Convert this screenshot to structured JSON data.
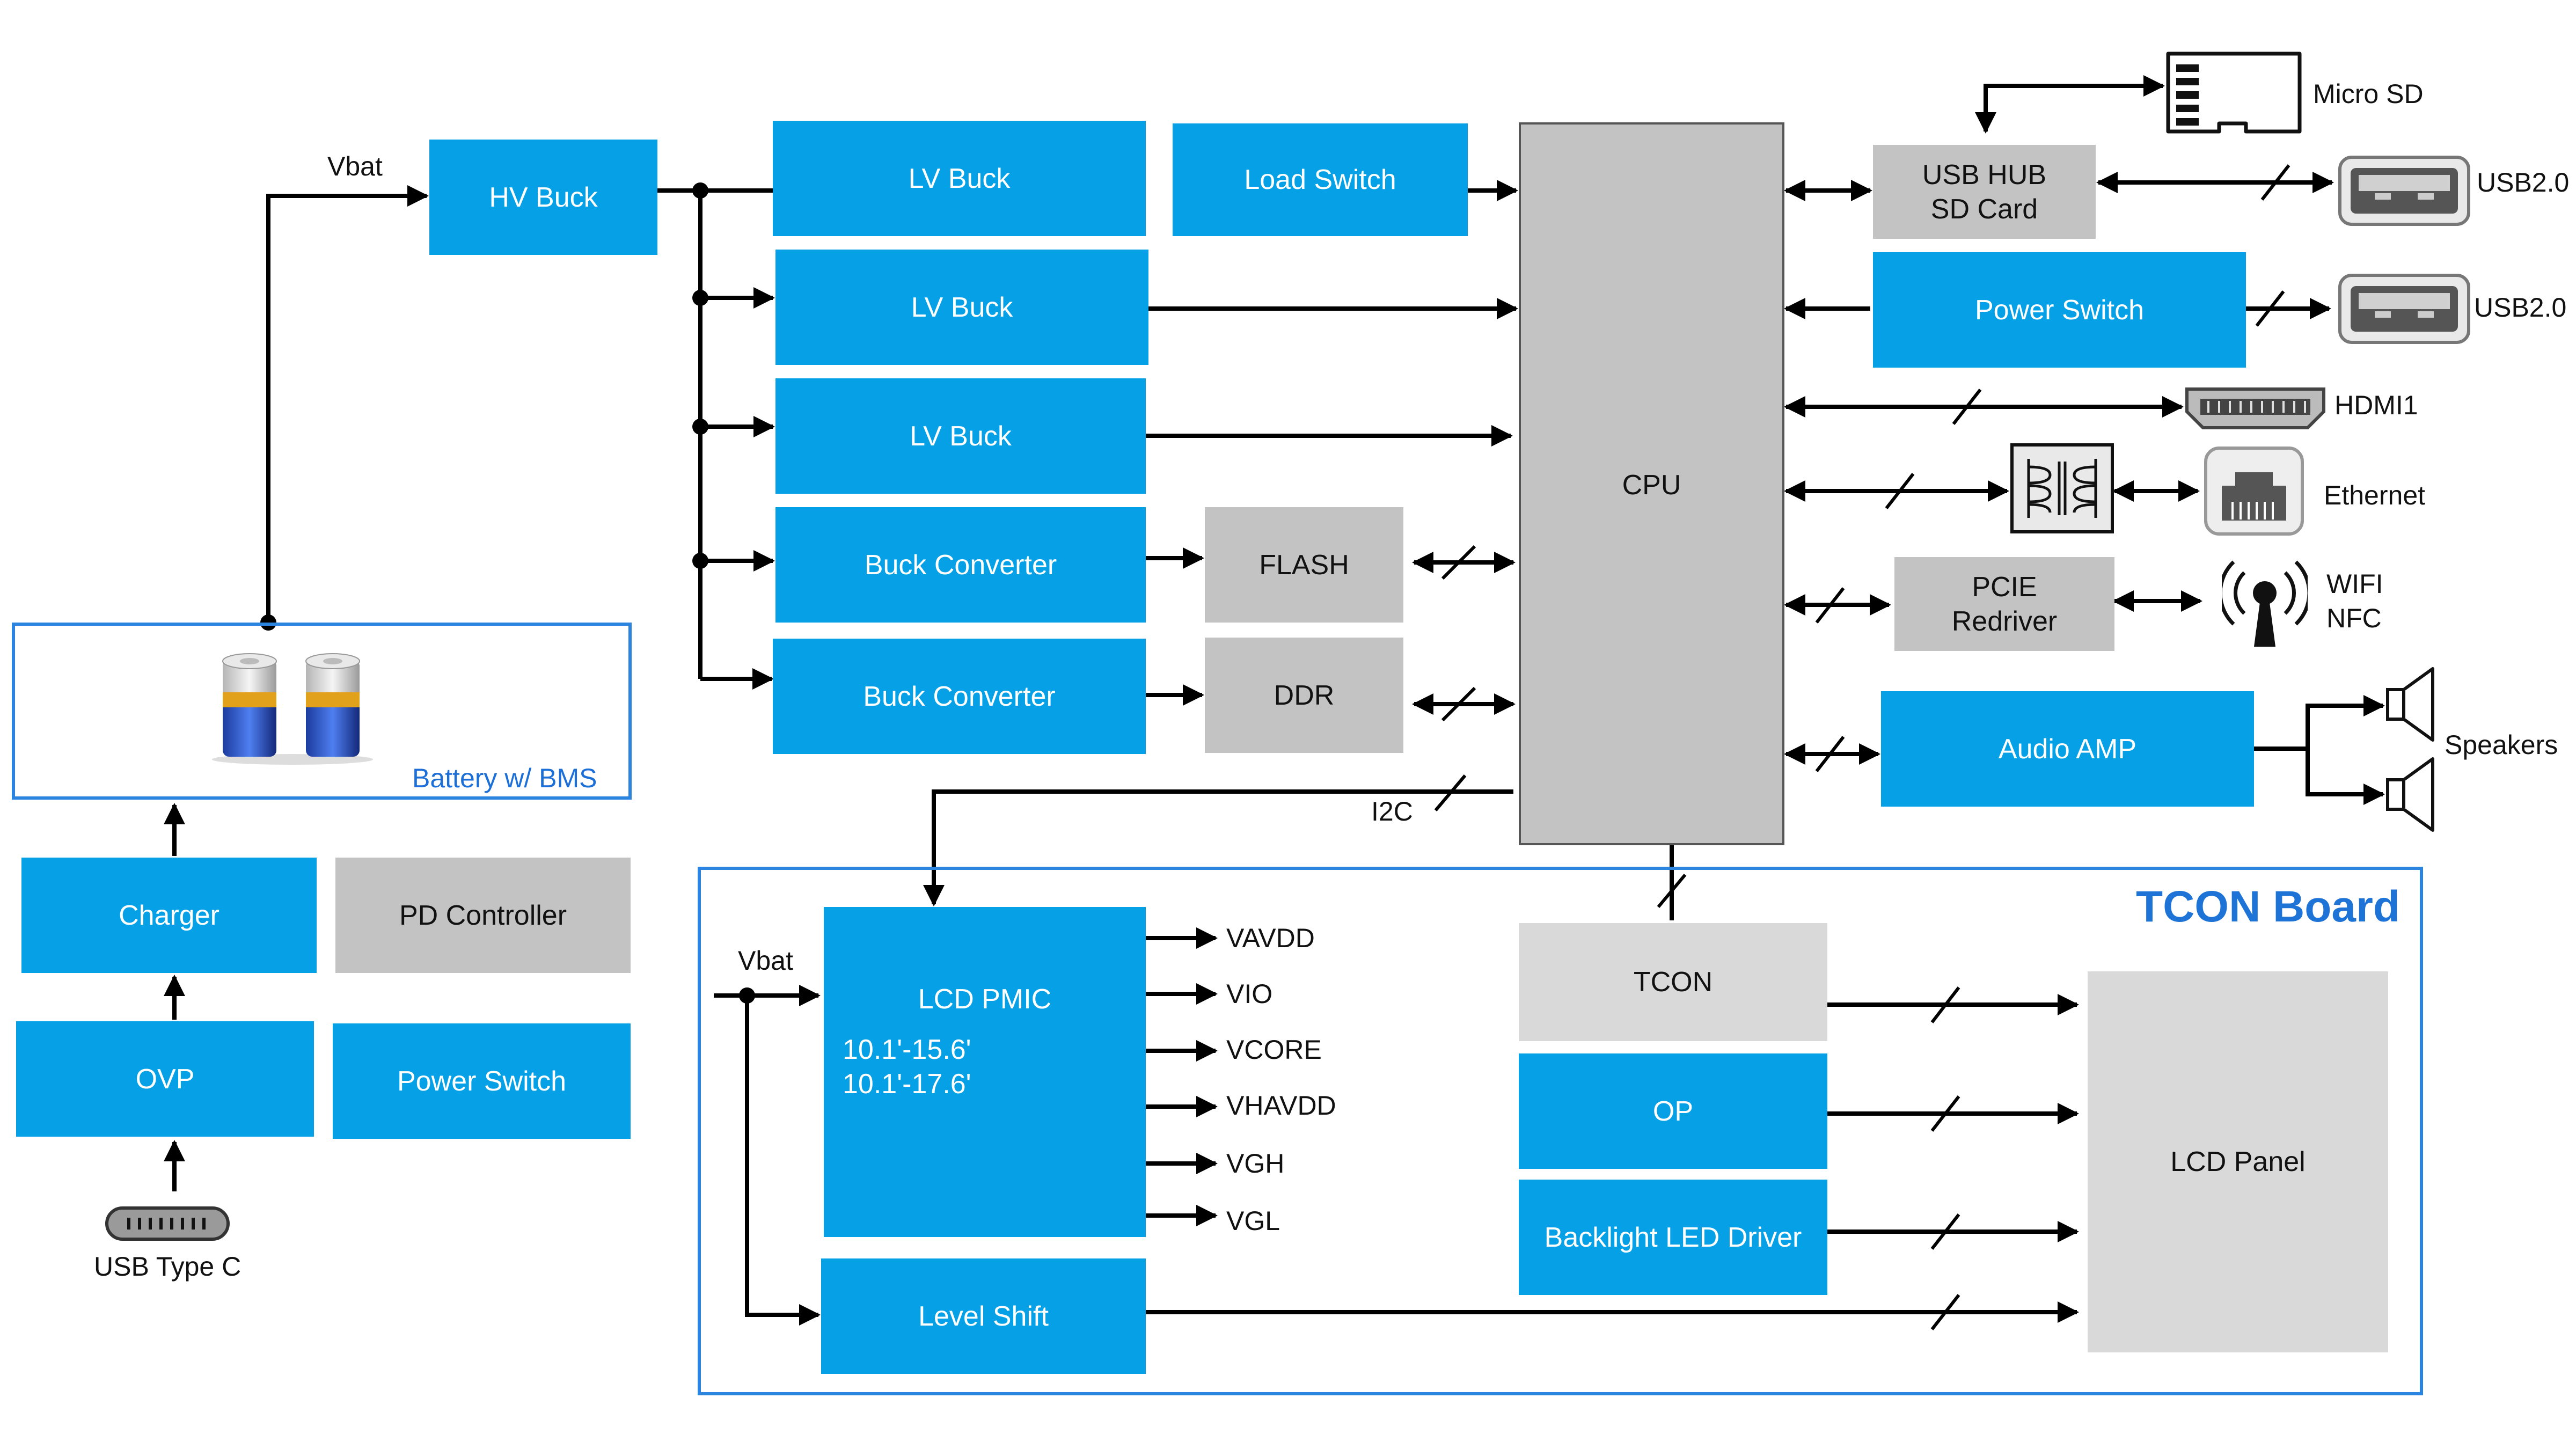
{
  "blocks": {
    "hv_buck": "HV Buck",
    "lv_buck_1": "LV Buck",
    "lv_buck_2": "LV Buck",
    "lv_buck_3": "LV Buck",
    "load_switch": "Load Switch",
    "buck_converter_1": "Buck Converter",
    "buck_converter_2": "Buck Converter",
    "flash": "FLASH",
    "ddr": "DDR",
    "cpu": "CPU",
    "usb_hub_line1": "USB HUB",
    "usb_hub_line2": "SD Card",
    "power_switch_top": "Power Switch",
    "pcie_line1": "PCIE",
    "pcie_line2": "Redriver",
    "audio_amp": "Audio AMP",
    "charger": "Charger",
    "pd_controller": "PD Controller",
    "ovp": "OVP",
    "power_switch_bottom": "Power Switch",
    "lcd_pmic": "LCD PMIC",
    "lcd_pmic_range1": "10.1'-15.6'",
    "lcd_pmic_range2": "10.1'-17.6'",
    "level_shift": "Level Shift",
    "tcon": "TCON",
    "op": "OP",
    "backlight": "Backlight LED Driver",
    "lcd_panel": "LCD Panel"
  },
  "labels": {
    "vbat_top": "Vbat",
    "vbat_pmic": "Vbat",
    "battery": "Battery w/ BMS",
    "tcon_board": "TCON Board",
    "i2c": "I2C",
    "usb_type_c": "USB Type C",
    "micro_sd": "Micro SD",
    "usb2_1": "USB2.0",
    "usb2_2": "USB2.0",
    "hdmi": "HDMI1",
    "ethernet": "Ethernet",
    "wifi": "WIFI",
    "nfc": "NFC",
    "speakers": "Speakers"
  },
  "pmic_outputs": [
    "VAVDD",
    "VIO",
    "VCORE",
    "VHAVDD",
    "VGH",
    "VGL"
  ],
  "colors": {
    "block_blue": "#05a0e6",
    "block_gray": "#c3c3c3",
    "tcon_gray": "#d9d9d9",
    "frame_blue": "#2b84e0",
    "wire": "#000000"
  },
  "icons": [
    "battery-icon",
    "usb-c-port-icon",
    "micro-sd-card-icon",
    "usb-a-port-icon",
    "hdmi-port-icon",
    "ethernet-transformer-icon",
    "rj45-port-icon",
    "wifi-antenna-icon",
    "speaker-icon"
  ]
}
